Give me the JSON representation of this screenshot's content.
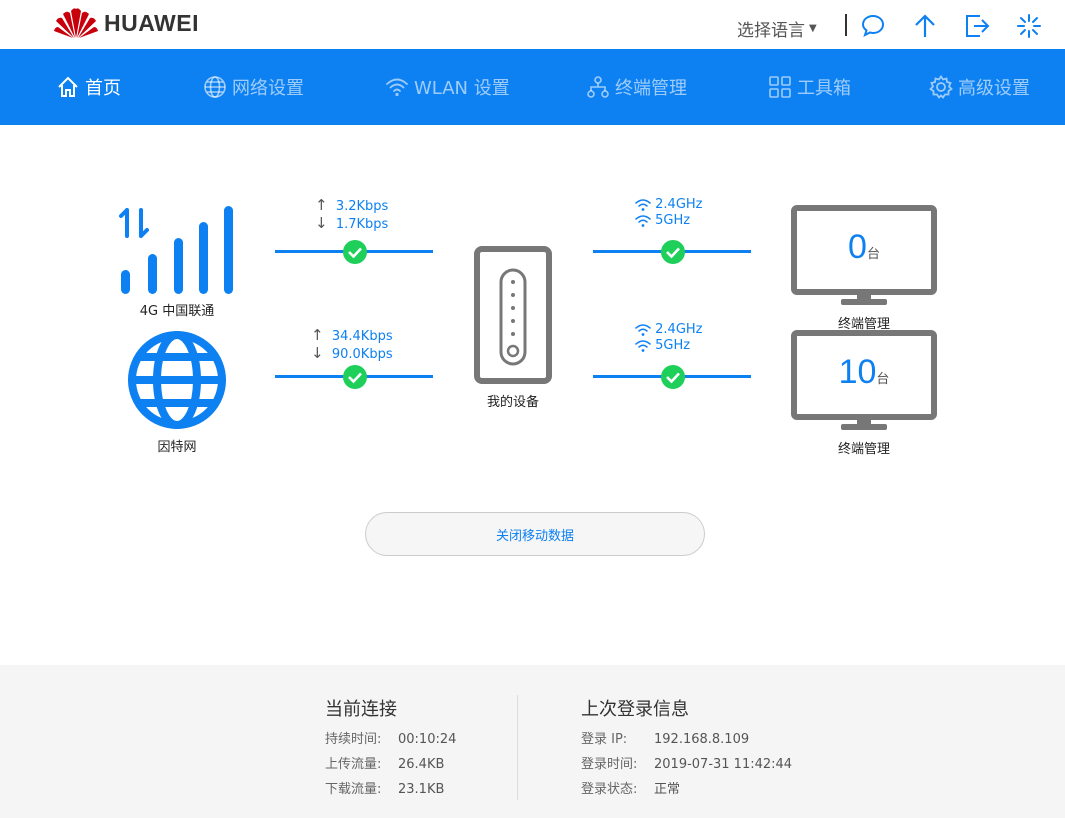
{
  "brand": {
    "name": "HUAWEI",
    "color": "#c7000b"
  },
  "header": {
    "language": "选择语言",
    "icons": [
      "chat-icon",
      "upload-icon",
      "logout-icon",
      "loading-icon"
    ]
  },
  "accent": "#0d80f2",
  "nav": [
    {
      "label": "首页",
      "icon": "home-icon",
      "active": true
    },
    {
      "label": "网络设置",
      "icon": "globe-icon"
    },
    {
      "label": "WLAN 设置",
      "icon": "wifi-icon"
    },
    {
      "label": "终端管理",
      "icon": "network-icon"
    },
    {
      "label": "工具箱",
      "icon": "toolbox-icon"
    },
    {
      "label": "高级设置",
      "icon": "gear-icon"
    }
  ],
  "topology": {
    "mobile": {
      "label": "4G 中国联通",
      "up": "3.2Kbps",
      "down": "1.7Kbps"
    },
    "internet": {
      "label": "因特网",
      "up": "34.4Kbps",
      "down": "90.0Kbps"
    },
    "device": {
      "label": "我的设备"
    },
    "wifi_top": {
      "band1": "2.4GHz",
      "band2": "5GHz"
    },
    "wifi_bottom": {
      "band1": "2.4GHz",
      "band2": "5GHz"
    },
    "terminals_top": {
      "count": "0",
      "unit": "台",
      "label": "终端管理"
    },
    "terminals_bottom": {
      "count": "10",
      "unit": "台",
      "label": "终端管理"
    }
  },
  "action_button": "关闭移动数据",
  "footer": {
    "current": {
      "title": "当前连接",
      "rows": [
        {
          "k": "持续时间:",
          "v": "00:10:24"
        },
        {
          "k": "上传流量:",
          "v": "26.4KB"
        },
        {
          "k": "下载流量:",
          "v": "23.1KB"
        }
      ]
    },
    "last_login": {
      "title": "上次登录信息",
      "rows": [
        {
          "k": "登录 IP:",
          "v": "192.168.8.109"
        },
        {
          "k": "登录时间:",
          "v": "2019-07-31 11:42:44"
        },
        {
          "k": "登录状态:",
          "v": "正常"
        }
      ]
    }
  }
}
